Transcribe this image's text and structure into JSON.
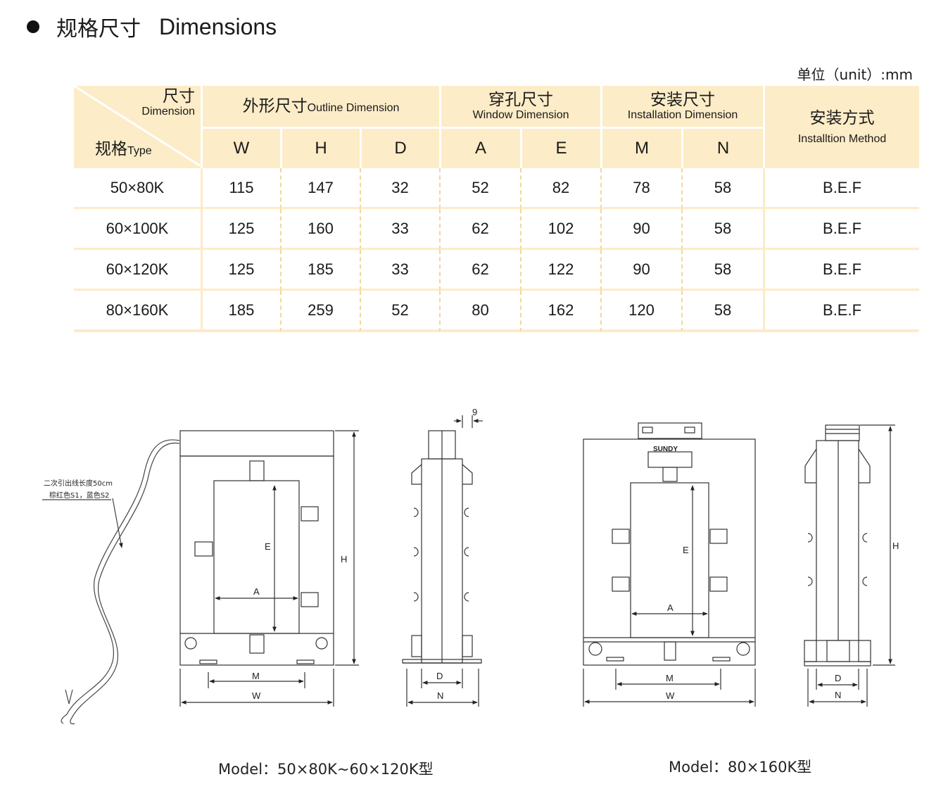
{
  "heading": {
    "zh": "规格尺寸",
    "en": "Dimensions"
  },
  "unit_note": "单位（unit）:mm",
  "table": {
    "corner_top_zh": "尺寸",
    "corner_top_en": "Dimension",
    "corner_bottom_zh": "规格",
    "corner_bottom_en": "Type",
    "groups": [
      {
        "zh": "外形尺寸",
        "en": "Outline Dimension"
      },
      {
        "zh": "穿孔尺寸",
        "en": "Window Dimension"
      },
      {
        "zh": "安装尺寸",
        "en": "Installation Dimension"
      }
    ],
    "method_zh": "安装方式",
    "method_en": "Installtion Method",
    "columns": [
      "W",
      "H",
      "D",
      "A",
      "E",
      "M",
      "N"
    ],
    "rows": [
      {
        "type": "50×80K",
        "values": [
          "115",
          "147",
          "32",
          "52",
          "82",
          "78",
          "58"
        ],
        "method": "B.E.F"
      },
      {
        "type": "60×100K",
        "values": [
          "125",
          "160",
          "33",
          "62",
          "102",
          "90",
          "58"
        ],
        "method": "B.E.F"
      },
      {
        "type": "60×120K",
        "values": [
          "125",
          "185",
          "33",
          "62",
          "122",
          "90",
          "58"
        ],
        "method": "B.E.F"
      },
      {
        "type": "80×160K",
        "values": [
          "185",
          "259",
          "52",
          "80",
          "162",
          "120",
          "58"
        ],
        "method": "B.E.F"
      }
    ]
  },
  "drawing1": {
    "wire_note_1": "二次引出线长度50cm",
    "wire_note_2": "棕红色S1，蓝色S2",
    "labels": {
      "E": "E",
      "A": "A",
      "H": "H",
      "M": "M",
      "W": "W"
    },
    "side_labels": {
      "nine": "9",
      "D": "D",
      "N": "N"
    },
    "caption": "Model：50×80K~60×120K型"
  },
  "drawing2": {
    "logo": "SUNDY",
    "labels": {
      "E": "E",
      "A": "A",
      "M": "M",
      "W": "W"
    },
    "side_labels": {
      "H": "H",
      "D": "D",
      "N": "N"
    },
    "caption": "Model：80×160K型"
  }
}
